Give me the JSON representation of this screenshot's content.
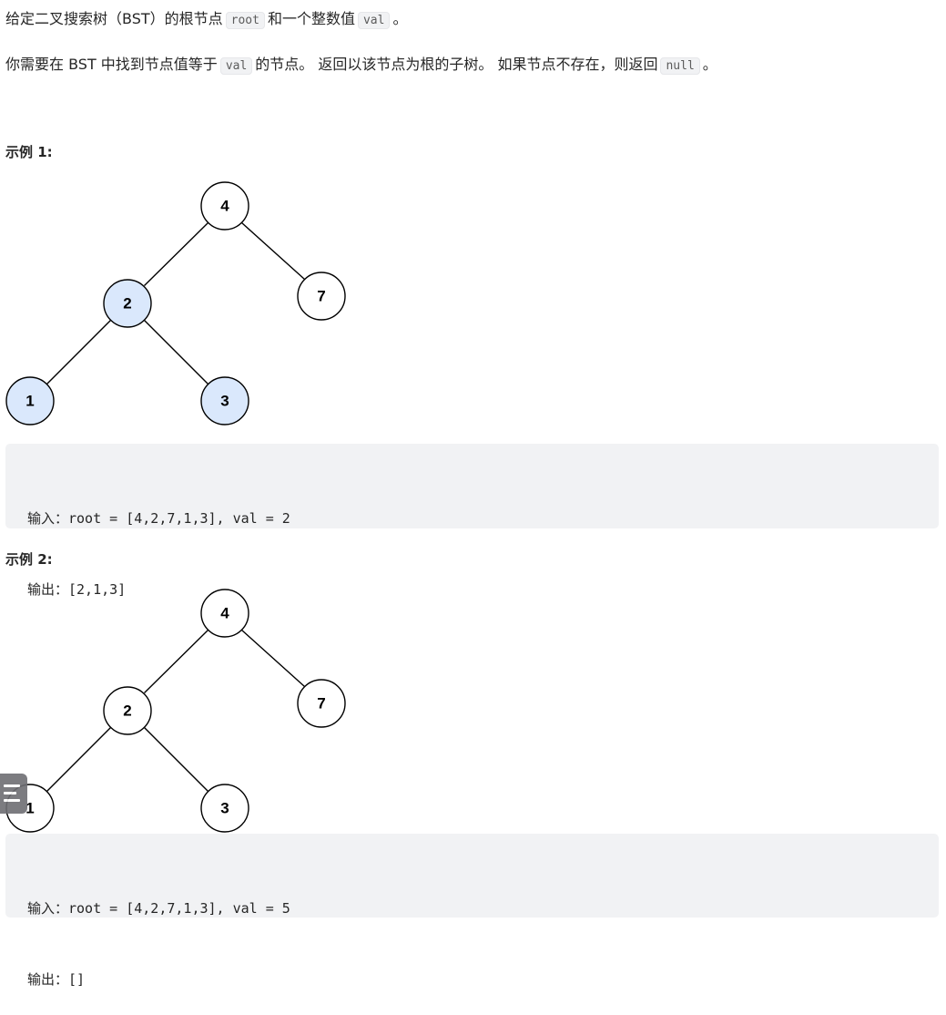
{
  "description": {
    "p1": {
      "before": "给定二叉搜索树（BST）的根节点",
      "code1": "root",
      "middle": "和一个整数值",
      "code2": "val",
      "after": "。"
    },
    "p2": {
      "before": "你需要在 BST 中找到节点值等于",
      "code1": "val",
      "middle": "的节点。 返回以该节点为根的子树。 如果节点不存在，则返回",
      "code2": "null",
      "after": "。"
    }
  },
  "examples": [
    {
      "title": "示例 1:",
      "tree": {
        "nodes": [
          {
            "value": "4",
            "highlighted": false
          },
          {
            "value": "2",
            "highlighted": true
          },
          {
            "value": "7",
            "highlighted": false
          },
          {
            "value": "1",
            "highlighted": true
          },
          {
            "value": "3",
            "highlighted": true
          }
        ]
      },
      "input": "输入：root = [4,2,7,1,3], val = 2",
      "output": "输出：[2,1,3]"
    },
    {
      "title": "示例 2:",
      "tree": {
        "nodes": [
          {
            "value": "4",
            "highlighted": false
          },
          {
            "value": "2",
            "highlighted": false
          },
          {
            "value": "7",
            "highlighted": false
          },
          {
            "value": "1",
            "highlighted": false
          },
          {
            "value": "3",
            "highlighted": false
          }
        ]
      },
      "input": "输入：root = [4,2,7,1,3], val = 5",
      "output": "输出：[]"
    }
  ],
  "colors": {
    "highlight_fill": "#dae8fc",
    "code_background": "#f1f2f4",
    "toc_button": "#6e6e73"
  },
  "icons": {
    "toc_button": "list-icon"
  }
}
